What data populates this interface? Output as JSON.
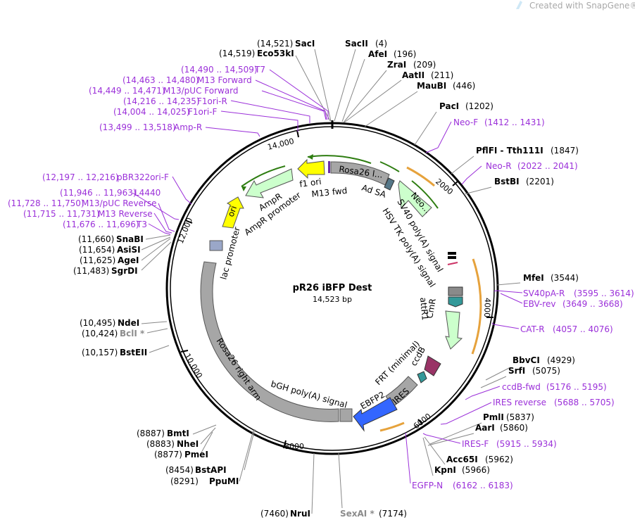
{
  "watermark": "Created with SnapGene®",
  "plasmid": {
    "name": "pR26 iBFP Dest",
    "length": "14,523 bp"
  },
  "ticks": [
    "2000",
    "4000",
    "6000",
    "8000",
    "10,000",
    "12,000",
    "14,000"
  ],
  "enzymes": [
    {
      "id": "saci",
      "name": "SacI",
      "pos": "(14,521)"
    },
    {
      "id": "eco53ki",
      "name": "Eco53kI",
      "pos": "(14,519)"
    },
    {
      "id": "sacii",
      "name": "SacII",
      "pos": "(4)"
    },
    {
      "id": "afei",
      "name": "AfeI",
      "pos": "(196)"
    },
    {
      "id": "zrai",
      "name": "ZraI",
      "pos": "(209)"
    },
    {
      "id": "aatii",
      "name": "AatII",
      "pos": "(211)"
    },
    {
      "id": "maubi",
      "name": "MauBI",
      "pos": "(446)"
    },
    {
      "id": "paci",
      "name": "PacI",
      "pos": "(1202)"
    },
    {
      "id": "pflfi",
      "name": "PflFI - Tth111I",
      "pos": "(1847)"
    },
    {
      "id": "bstbi",
      "name": "BstBI",
      "pos": "(2201)"
    },
    {
      "id": "mfei",
      "name": "MfeI",
      "pos": "(3544)"
    },
    {
      "id": "bbvci",
      "name": "BbvCI",
      "pos": "(4929)"
    },
    {
      "id": "srfi",
      "name": "SrfI",
      "pos": "(5075)"
    },
    {
      "id": "pmli",
      "name": "PmlI",
      "pos": "(5837)"
    },
    {
      "id": "aari",
      "name": "AarI",
      "pos": "(5860)"
    },
    {
      "id": "acc65i",
      "name": "Acc65I",
      "pos": "(5962)"
    },
    {
      "id": "kpni",
      "name": "KpnI",
      "pos": "(5966)"
    },
    {
      "id": "sexai",
      "name": "SexAI *",
      "pos": "(7174)"
    },
    {
      "id": "nrui",
      "name": "NruI",
      "pos": "(7460)"
    },
    {
      "id": "ppumi",
      "name": "PpuMI",
      "pos": "(8291)"
    },
    {
      "id": "bstapi",
      "name": "BstAPI",
      "pos": "(8454)"
    },
    {
      "id": "pmei",
      "name": "PmeI",
      "pos": "(8877)"
    },
    {
      "id": "nhei",
      "name": "NheI",
      "pos": "(8883)"
    },
    {
      "id": "bmti",
      "name": "BmtI",
      "pos": "(8887)"
    },
    {
      "id": "bsteii",
      "name": "BstEII",
      "pos": "(10,157)"
    },
    {
      "id": "bcli",
      "name": "BclI *",
      "pos": "(10,424)"
    },
    {
      "id": "ndei",
      "name": "NdeI",
      "pos": "(10,495)"
    },
    {
      "id": "sgrdi",
      "name": "SgrDI",
      "pos": "(11,483)"
    },
    {
      "id": "agei",
      "name": "AgeI",
      "pos": "(11,625)"
    },
    {
      "id": "asisi",
      "name": "AsiSI",
      "pos": "(11,654)"
    },
    {
      "id": "snabi",
      "name": "SnaBI",
      "pos": "(11,660)"
    }
  ],
  "primers": [
    {
      "id": "t7",
      "name": "T7",
      "pos": "(14,490 .. 14,509)"
    },
    {
      "id": "m13fwd",
      "name": "M13 Forward",
      "pos": "(14,463 .. 14,480)"
    },
    {
      "id": "m13puc",
      "name": "M13/pUC Forward",
      "pos": "(14,449 .. 14,471)"
    },
    {
      "id": "f1orir",
      "name": "F1ori-R",
      "pos": "(14,216 .. 14,235)"
    },
    {
      "id": "f1orif",
      "name": "F1ori-F",
      "pos": "(14,004 .. 14,025)"
    },
    {
      "id": "ampr",
      "name": "Amp-R",
      "pos": "(13,499 .. 13,518)"
    },
    {
      "id": "neof",
      "name": "Neo-F",
      "pos": "(1412 .. 1431)"
    },
    {
      "id": "neor",
      "name": "Neo-R",
      "pos": "(2022 .. 2041)"
    },
    {
      "id": "sv40par",
      "name": "SV40pA-R",
      "pos": "(3595 .. 3614)"
    },
    {
      "id": "ebvrev",
      "name": "EBV-rev",
      "pos": "(3649 .. 3668)"
    },
    {
      "id": "catr",
      "name": "CAT-R",
      "pos": "(4057 .. 4076)"
    },
    {
      "id": "ccdbfwd",
      "name": "ccdB-fwd",
      "pos": "(5176 .. 5195)"
    },
    {
      "id": "iresrev",
      "name": "IRES reverse",
      "pos": "(5688 .. 5705)"
    },
    {
      "id": "iresf",
      "name": "IRES-F",
      "pos": "(5915 .. 5934)"
    },
    {
      "id": "egfpn",
      "name": "EGFP-N",
      "pos": "(6162 .. 6183)"
    },
    {
      "id": "pbr322",
      "name": "pBR322ori-F",
      "pos": "(12,197 .. 12,216)"
    },
    {
      "id": "l4440",
      "name": "L4440",
      "pos": "(11,946 .. 11,963)"
    },
    {
      "id": "m13pucrev",
      "name": "M13/pUC Reverse",
      "pos": "(11,728 .. 11,750)"
    },
    {
      "id": "m13rev",
      "name": "M13 Reverse",
      "pos": "(11,715 .. 11,731)"
    },
    {
      "id": "t3",
      "name": "T3",
      "pos": "(11,676 .. 11,696)"
    }
  ],
  "features": {
    "rosa26_left": "Rosa26 l...",
    "ad_sa": "Ad SA",
    "neo": "Neo...",
    "hsv_tk": "HSV TK poly(A) signal",
    "sv40": "SV40 poly(A) signal",
    "attr1": "attR1",
    "cmr": "CmR",
    "ccdb": "ccdB",
    "frt": "FRT (minimal)",
    "ires": "IRES",
    "ebfp2": "EBFP2",
    "bgh": "bGH poly(A) signal",
    "rosa26_right": "Rosa26 right arm",
    "lac": "lac promoter",
    "ori": "ori",
    "ampr": "AmpR",
    "ampr_promoter": "AmpR promoter",
    "f1ori": "f1 ori",
    "m13fwd": "M13 fwd"
  },
  "colors": {
    "primer": "#9b30d9",
    "ampr": "#ccffcc",
    "ori": "#ffff00",
    "ccdb": "#993366",
    "ebfp2": "#3366ff",
    "arm": "#a6a6a6",
    "ires": "#339999",
    "orf": "#e6a23c"
  }
}
